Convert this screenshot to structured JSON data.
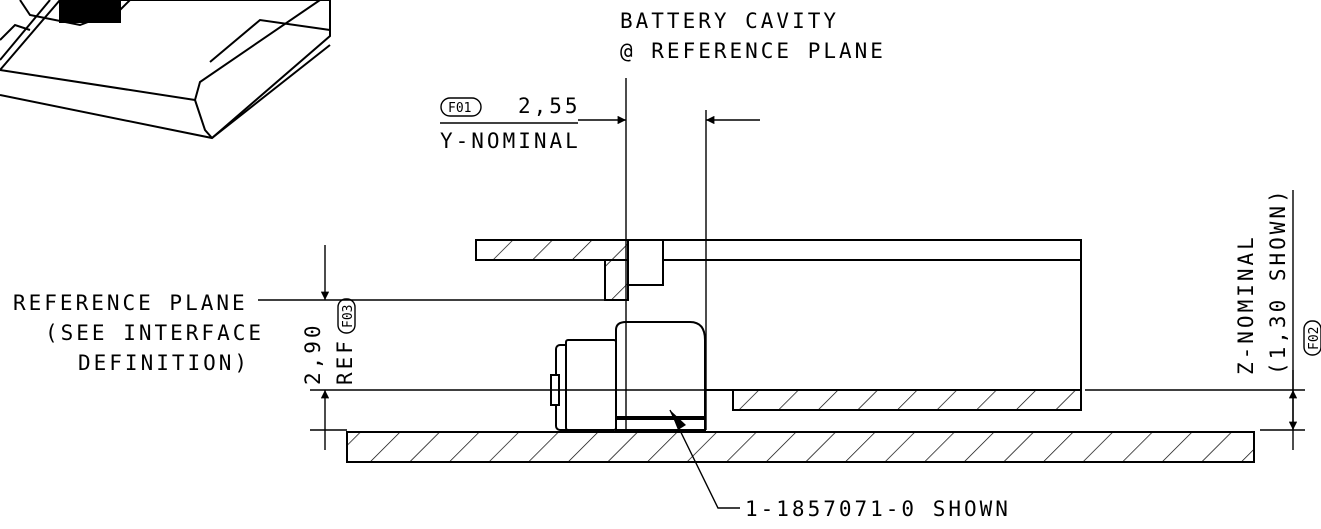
{
  "callouts": {
    "battery_cavity_line1": "BATTERY CAVITY",
    "battery_cavity_line2": "@ REFERENCE PLANE",
    "y_tag": "F01",
    "y_value": "2,55",
    "y_label": "Y-NOMINAL",
    "ref_plane_line1": "REFERENCE PLANE",
    "ref_plane_line2": "(SEE INTERFACE",
    "ref_plane_line3": "DEFINITION)",
    "height_value": "2,90",
    "height_ref": "REF",
    "height_tag": "F03",
    "z_line1": "Z-NOMINAL",
    "z_line2": "(1,30 SHOWN)",
    "z_tag": "F02",
    "part_number": "1-1857071-0 SHOWN"
  },
  "colors": {
    "ink": "#000000",
    "paper": "#ffffff"
  }
}
